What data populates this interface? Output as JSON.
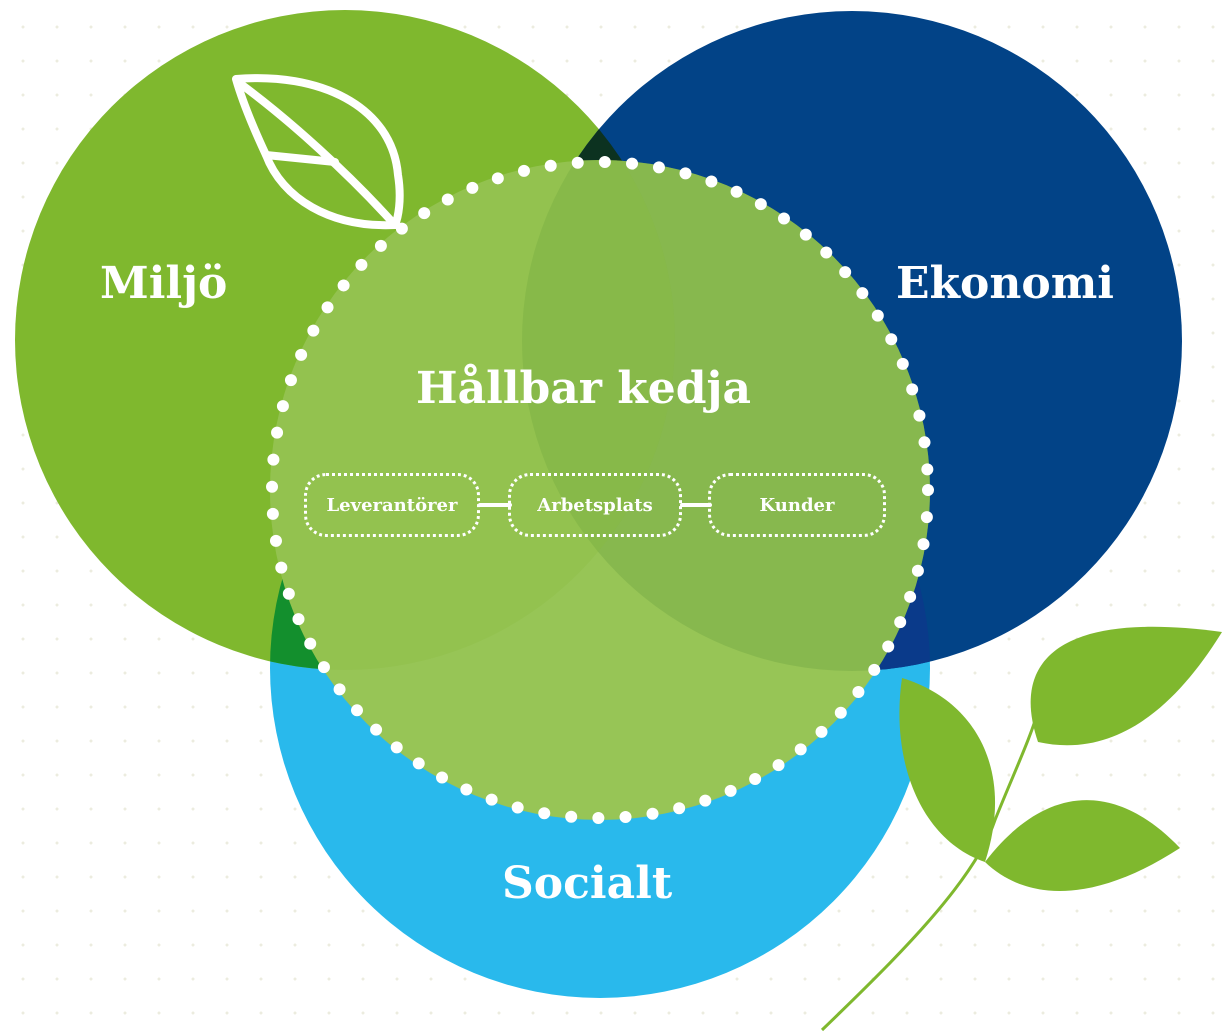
{
  "circles": {
    "miljo": {
      "label": "Miljö",
      "color": "#7fb82e"
    },
    "ekonomi": {
      "label": "Ekonomi",
      "color": "#024387"
    },
    "socialt": {
      "label": "Socialt",
      "color": "#29b9ec"
    }
  },
  "center": {
    "title": "Hållbar kedja",
    "color": "#97c556"
  },
  "chain": {
    "items": [
      "Leverantörer",
      "Arbetsplats",
      "Kunder"
    ]
  },
  "icons": {
    "leaf_outline": "leaf-outline-icon",
    "branch": "leaf-branch-icon"
  }
}
